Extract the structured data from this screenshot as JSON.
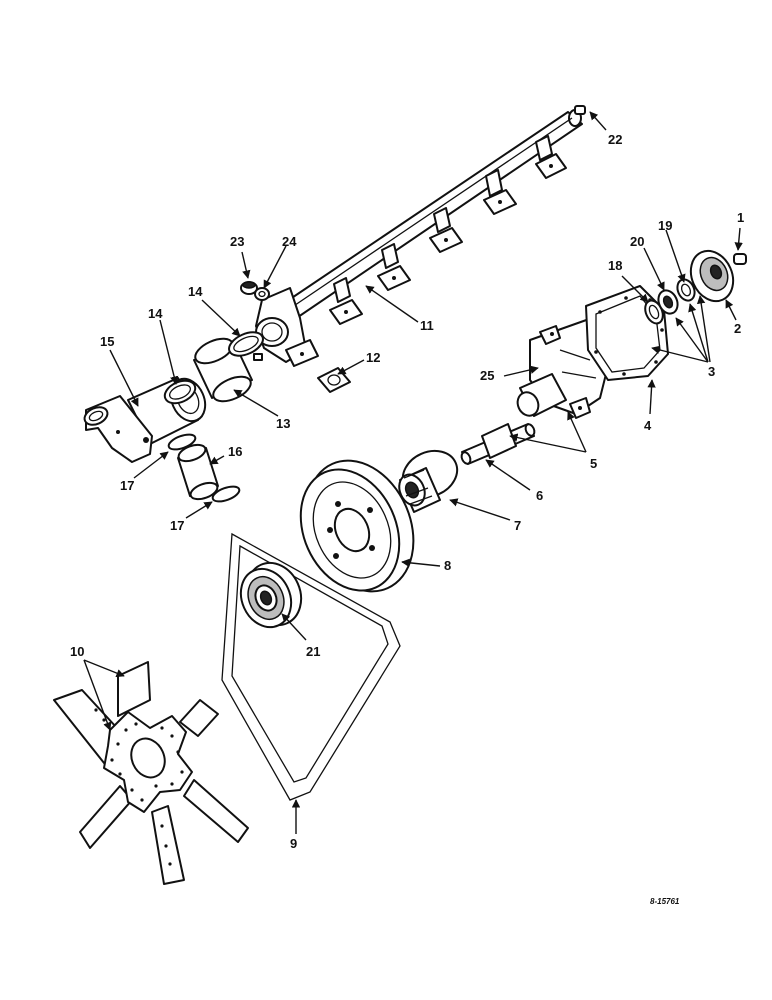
{
  "callouts": [
    "1",
    "2",
    "3",
    "4",
    "5",
    "6",
    "7",
    "8",
    "9",
    "10",
    "11",
    "12",
    "13",
    "14",
    "14",
    "15",
    "16",
    "17",
    "17",
    "18",
    "19",
    "20",
    "21",
    "22",
    "23",
    "24",
    "25"
  ],
  "reference_code": "8-15761",
  "colors": {
    "ink": "#111111",
    "paper": "#ffffff",
    "shade": "#bdbdbd"
  }
}
